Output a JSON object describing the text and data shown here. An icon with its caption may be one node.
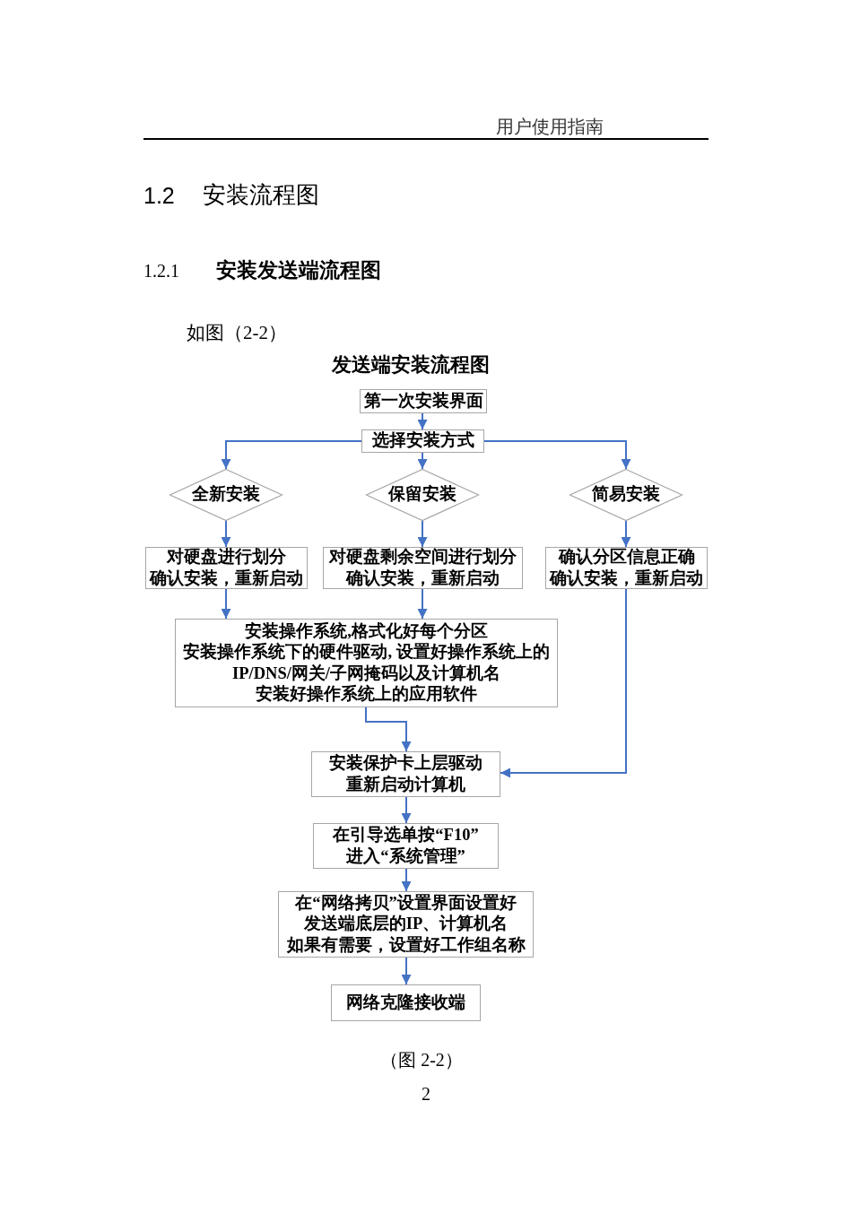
{
  "diagram": {
    "title": "发送端安装流程图",
    "caption": "（图 2-2）",
    "nodes": [
      {
        "text": [
          "第一次安装界面"
        ]
      },
      {
        "text": [
          "选择安装方式"
        ]
      },
      {
        "text": [
          "全新安装"
        ]
      },
      {
        "text": [
          "保留安装"
        ]
      },
      {
        "text": [
          "简易安装"
        ]
      },
      {
        "text": [
          "对硬盘进行划分确认安装，重新启动"
        ]
      },
      {
        "text": [
          "对硬盘剩余空间进行划分确认安装，重新启动"
        ]
      },
      {
        "text": [
          "确认分区信息正确确认安装，重新启动"
        ]
      },
      {
        "text": [
          "安装操作系统,格式化好每个分区安装操作系统下的硬件驱动, 设置好操作系统上的IP/DNS/网关/子网掩码以及计算机名安装好操作系统上的应用软件"
        ]
      },
      {
        "text": [
          "安装保护卡上层驱动重新启动计算机"
        ]
      },
      {
        "text": [
          "在引导选单按“F10”进入“系统管理”"
        ]
      },
      {
        "text": [
          "在“网络拷贝”设置界面设置好发送端底层的IP、计算机名如果有需要，设置好工作组名称"
        ]
      },
      {
        "text": [
          "网络克隆接收端"
        ]
      }
    ],
    "edges": [
      {
        "from": 0,
        "to": 1,
        "arrow": "to"
      },
      {
        "from": 1,
        "to": 2,
        "arrow": "to"
      },
      {
        "from": 1,
        "to": 3,
        "arrow": "to"
      },
      {
        "from": 1,
        "to": 4,
        "arrow": "to"
      },
      {
        "from": 2,
        "to": 5,
        "arrow": "to"
      },
      {
        "from": 3,
        "to": 6,
        "arrow": "to"
      },
      {
        "from": 4,
        "to": 7,
        "arrow": "to"
      },
      {
        "from": 5,
        "to": 8,
        "arrow": "to"
      },
      {
        "from": 6,
        "to": 8,
        "arrow": "to"
      },
      {
        "from": 7,
        "to": 9,
        "arrow": "to"
      },
      {
        "from": 8,
        "to": 9,
        "arrow": "to"
      },
      {
        "from": 9,
        "to": 10,
        "arrow": "to"
      },
      {
        "from": 10,
        "to": 11,
        "arrow": "to"
      },
      {
        "from": 11,
        "to": 12,
        "arrow": "to"
      }
    ],
    "labels": [
      "用户使用指南",
      "1.2",
      "安装流程图",
      "1.2.1",
      "安装发送端流程图",
      "如图（2-2）",
      "2"
    ]
  }
}
